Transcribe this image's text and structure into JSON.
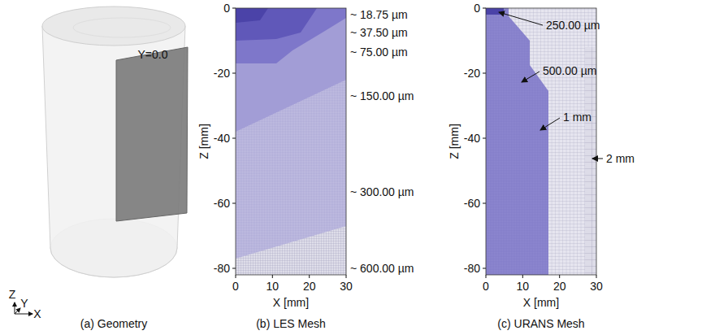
{
  "diagram": {
    "labels": [
      "Y=0.0",
      "Z",
      "Y",
      "X",
      "(a) Geometry",
      "0",
      "-20",
      "-40",
      "-60",
      "-80",
      "0",
      "10",
      "20",
      "30",
      "Z [mm]",
      "X [mm]",
      "~ 18.75 µm",
      "~ 37.50 µm",
      "~ 75.00 µm",
      "~ 150.00 µm",
      "~ 300.00 µm",
      "~ 600.00 µm",
      "(b) LES Mesh",
      "0",
      "-20",
      "-40",
      "-60",
      "-80",
      "0",
      "10",
      "20",
      "30",
      "Z [mm]",
      "X [mm]",
      "250.00 µm",
      "500.00 µm",
      "1 mm",
      "2 mm",
      "(c) URANS Mesh"
    ]
  }
}
